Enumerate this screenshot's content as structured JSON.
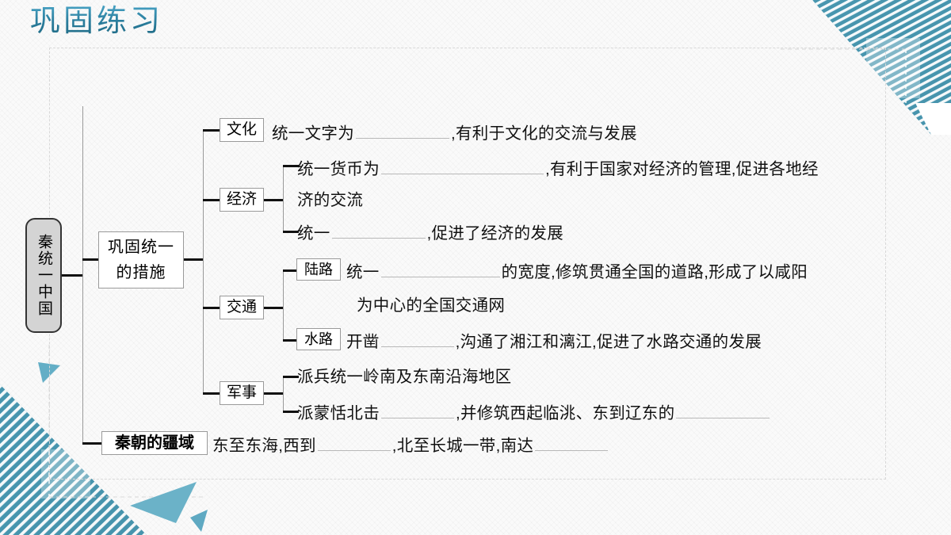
{
  "slide": {
    "title": "巩固练习"
  },
  "diagram": {
    "root": "秦统一中国",
    "measures": {
      "line1": "巩固统一",
      "line2": "的措施"
    },
    "categories": {
      "culture": "文化",
      "economy": "经济",
      "traffic": "交通",
      "military": "军事"
    },
    "sub_categories": {
      "land": "陆路",
      "water": "水路"
    },
    "territory_label": "秦朝的疆域"
  },
  "content": {
    "culture": {
      "before": "统一文字为",
      "after": ",有利于文化的交流与发展"
    },
    "economy_currency": {
      "before": "统一货币为",
      "after": ",有利于国家对经济的管理,促进各地经",
      "wrap": "济的交流"
    },
    "economy_unify": {
      "before": "统一",
      "after": ",促进了经济的发展"
    },
    "land_route": {
      "before": "统一",
      "after": "的宽度,修筑贯通全国的道路,形成了以咸阳",
      "wrap": "为中心的全国交通网"
    },
    "water_route": {
      "before": "开凿",
      "after": ",沟通了湘江和漓江,促进了水路交通的发展"
    },
    "military_south": "派兵统一岭南及东南沿海地区",
    "military_north": {
      "before": "派蒙恬北击",
      "middle": ",并修筑西起临洮、东到辽东的",
      "after": ""
    },
    "territory": {
      "part1": "东至东海,西到",
      "part2": ",北至长城一带,南达",
      "part3": ""
    }
  },
  "colors": {
    "title_gradient_light": "#4aa6c8",
    "title_gradient_dark": "#1d6780",
    "accent_teal": "#4795ae",
    "accent_teal_dark": "#3b8099",
    "node_fill": "#ffffff",
    "root_fill": "#d4d4d4",
    "connector": "#111111",
    "blank_line": "#b8b8b8"
  }
}
